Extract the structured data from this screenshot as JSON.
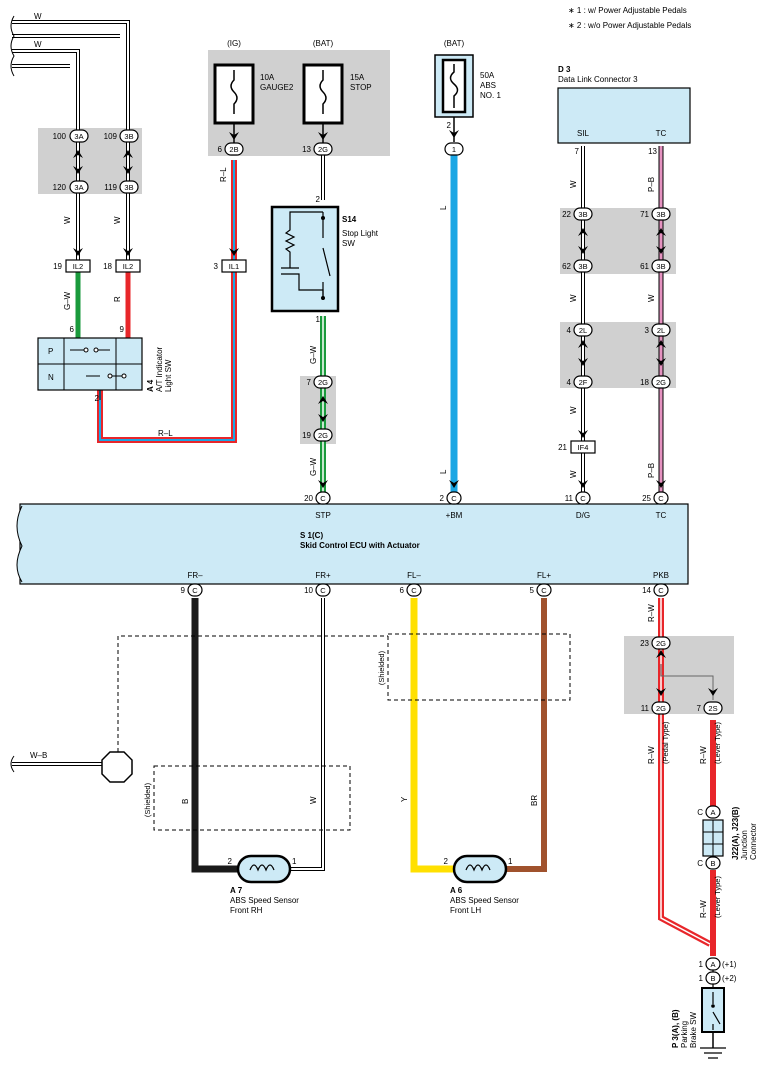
{
  "notes": [
    "∗ 1 : w/ Power Adjustable Pedals",
    "∗ 2 : w/o Power Adjustable Pedals"
  ],
  "fuses": {
    "gauge": {
      "source": "(IG)",
      "rating": "10A",
      "name": "GAUGE2"
    },
    "stop": {
      "source": "(BAT)",
      "rating": "15A",
      "name": "STOP"
    },
    "abs": {
      "source": "(BAT)",
      "rating": "50A",
      "name1": "ABS",
      "name2": "NO. 1"
    }
  },
  "d3": {
    "id": "D 3",
    "name": "Data Link Connector 3",
    "pin_sil": "SIL",
    "pin_tc": "TC"
  },
  "s14": {
    "id": "S14",
    "name1": "Stop Light",
    "name2": "SW"
  },
  "a4": {
    "id": "A 4",
    "name1": "A/T Indicator",
    "name2": "Light SW",
    "p": "P",
    "n": "N"
  },
  "ecu": {
    "id": "S 1(C)",
    "name": "Skid Control ECU with Actuator",
    "top_pins": [
      "STP",
      "+BM",
      "D/G",
      "TC"
    ],
    "bottom_pins": [
      "FR–",
      "FR+",
      "FL–",
      "FL+",
      "PKB"
    ]
  },
  "a7": {
    "id": "A 7",
    "name1": "ABS Speed Sensor",
    "name2": "Front RH"
  },
  "a6": {
    "id": "A 6",
    "name1": "ABS Speed Sensor",
    "name2": "Front LH"
  },
  "p3": {
    "id": "P 3(A), (B)",
    "name1": "Parking",
    "name2": "Brake SW"
  },
  "j22": {
    "id": "J22(A), J23(B)",
    "name1": "Junction",
    "name2": "Connector"
  },
  "shield_label": "(Shielded)",
  "ground_wire": "W–B",
  "connectors": {
    "c3a": "3A",
    "c3b": "3B",
    "il2": "IL2",
    "il1": "IL1",
    "c2b": "2B",
    "c2g": "2G",
    "c1": "1",
    "c2l": "2L",
    "c2f": "2F",
    "if4": "IF4",
    "cc": "C",
    "c2s": "2S",
    "ca": "A",
    "cb": "B"
  },
  "pins": {
    "w1_100": "100",
    "w1_120": "120",
    "w2_109": "109",
    "w2_119": "119",
    "il2a": "19",
    "il2b": "18",
    "a4_6": "6",
    "a4_9": "9",
    "a4_2": "2",
    "il1": "3",
    "f1_6": "6",
    "f2_13": "13",
    "f2_2": "2",
    "s14_1": "1",
    "g7": "7",
    "g19": "19",
    "ecu_20": "20",
    "abs_2": "2",
    "ecu_2": "2",
    "d7": "7",
    "d13": "13",
    "d22": "22",
    "d71": "71",
    "d62": "62",
    "d61": "61",
    "l4": "4",
    "l3": "3",
    "f4": "4",
    "g18": "18",
    "if4": "21",
    "ecu_11": "11",
    "ecu_25": "25",
    "b9": "9",
    "b10": "10",
    "b6": "6",
    "b5": "5",
    "b14": "14",
    "a7_2": "2",
    "a7_1": "1",
    "a6_2": "2",
    "a6_1": "1",
    "g23": "23",
    "g11": "11",
    "s7": "7",
    "jc1": "C",
    "jc2": "C",
    "pa": "1",
    "pb": "1",
    "p1": "(+1)",
    "p2": "(+2)"
  },
  "wire_labels": {
    "w_a": "W",
    "w_b": "W",
    "w_3a": "W",
    "w_3b": "W",
    "gw1": "G–W",
    "r1": "R",
    "rl1": "R–L",
    "rl2": "R–L",
    "gw2": "G–W",
    "gw3": "G–W",
    "l1": "L",
    "l2": "L",
    "w_d1": "W",
    "w_d2": "W",
    "w_d3": "W",
    "pb1": "P–B",
    "w_d4": "W",
    "w_d5": "W",
    "pb2": "P–B",
    "rw1": "R–W",
    "rw2": "R–W",
    "rw3": "R–W",
    "rw4": "R–W",
    "b": "B",
    "w_s": "W",
    "y": "Y",
    "br": "BR"
  },
  "type_labels": {
    "pedal": "(Pedal Type)",
    "lever": "(Lever Type)",
    "lever2": "(Lever Type)"
  },
  "colors": {
    "white_wire": "#ffffff",
    "red": "#e8262a",
    "green": "#1a9a3c",
    "blue": "#1aa6e4",
    "pink": "#e592c0",
    "yellow": "#ffe000",
    "brown": "#a0522d",
    "black": "#1a1a1a",
    "ecu_fill": "#cdeaf6",
    "gray_band": "#d0d0d0"
  }
}
